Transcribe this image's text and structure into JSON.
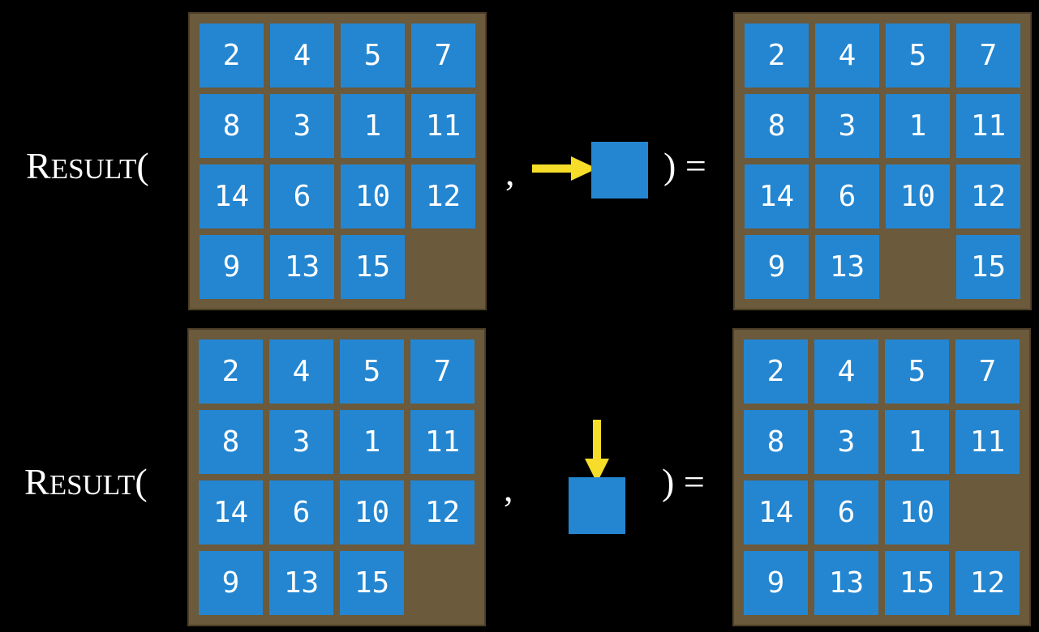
{
  "colors": {
    "background": "#000000",
    "board": "#6b5a3b",
    "tile": "#2486d1",
    "arrow": "#f5dd2a",
    "text": "#ffffff"
  },
  "rows": [
    {
      "func_first": "R",
      "func_rest": "ESULT",
      "open_paren": "(",
      "comma": ",",
      "close_equals": ") =",
      "direction": "right",
      "arrow_icon": "arrow-right-icon",
      "input": [
        "2",
        "4",
        "5",
        "7",
        "8",
        "3",
        "1",
        "11",
        "14",
        "6",
        "10",
        "12",
        "9",
        "13",
        "15",
        ""
      ],
      "output": [
        "2",
        "4",
        "5",
        "7",
        "8",
        "3",
        "1",
        "11",
        "14",
        "6",
        "10",
        "12",
        "9",
        "13",
        "",
        "15"
      ]
    },
    {
      "func_first": "R",
      "func_rest": "ESULT",
      "open_paren": "(",
      "comma": ",",
      "close_equals": ") =",
      "direction": "down",
      "arrow_icon": "arrow-down-icon",
      "input": [
        "2",
        "4",
        "5",
        "7",
        "8",
        "3",
        "1",
        "11",
        "14",
        "6",
        "10",
        "12",
        "9",
        "13",
        "15",
        ""
      ],
      "output": [
        "2",
        "4",
        "5",
        "7",
        "8",
        "3",
        "1",
        "11",
        "14",
        "6",
        "10",
        "",
        "9",
        "13",
        "15",
        "12"
      ]
    }
  ]
}
